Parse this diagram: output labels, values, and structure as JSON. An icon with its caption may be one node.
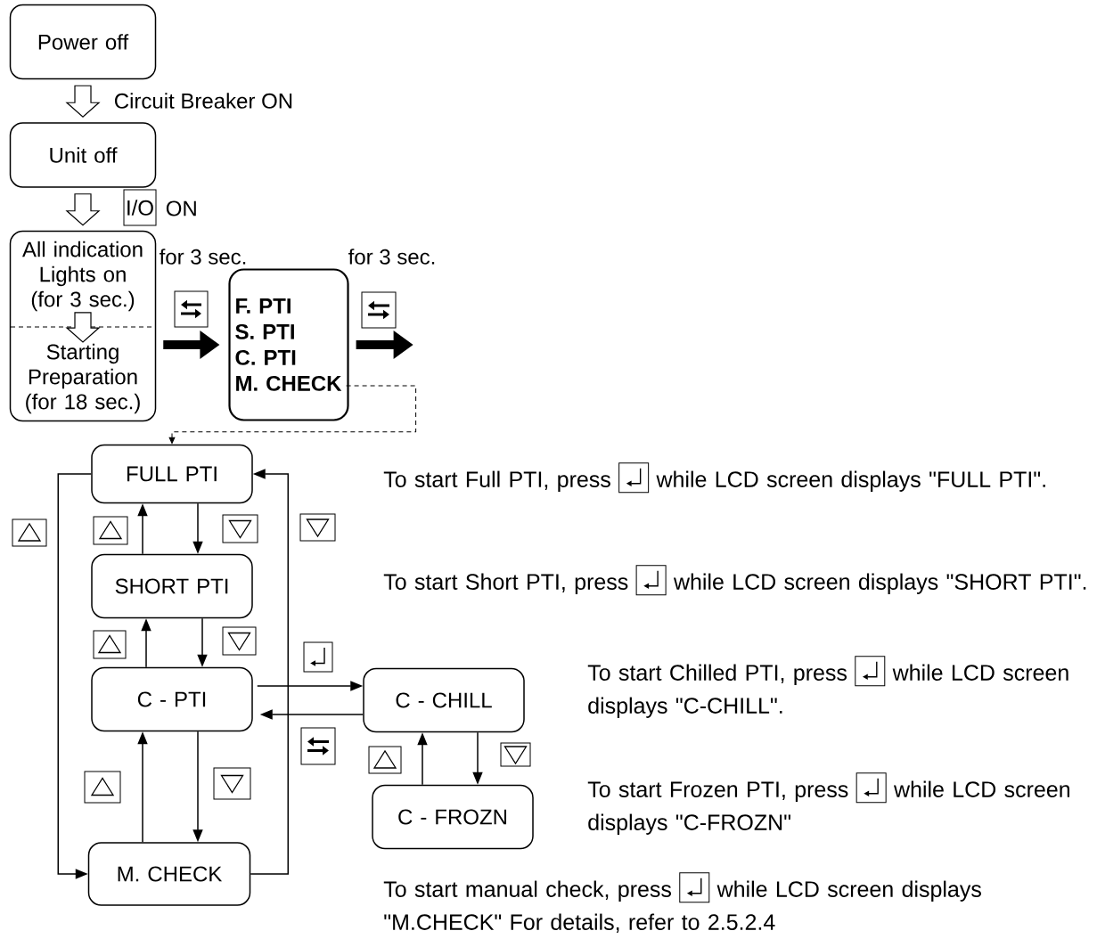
{
  "diagram": {
    "nodes": [
      {
        "text": [
          "Power off"
        ]
      },
      {
        "text": [
          "Unit off"
        ]
      },
      {
        "text": [],
        "shape": "box"
      },
      {
        "text": [
          "All indication Lights on (for 3 sec.)"
        ],
        "in": 2
      },
      {
        "text": [
          "Starting Preparation (for 18 sec.)"
        ],
        "in": 2
      },
      {
        "text": [
          "F. PTI",
          "S. PTI",
          "C. PTI",
          "M. CHECK"
        ]
      },
      {
        "text": [
          "FULL PTI"
        ]
      },
      {
        "text": [
          "SHORT PTI"
        ]
      },
      {
        "text": [
          "C - PTI"
        ]
      },
      {
        "text": [
          "M. CHECK"
        ]
      },
      {
        "text": [
          "C - CHILL"
        ]
      },
      {
        "text": [
          "C - FROZN"
        ]
      }
    ],
    "edges": [
      {
        "from": 0,
        "to": 1,
        "arrow": "to",
        "label": "Circuit Breaker ON"
      },
      {
        "from": 1,
        "to": 2,
        "arrow": "to"
      },
      {
        "from": 3,
        "to": 4,
        "arrow": "to"
      },
      {
        "from": 2,
        "to": 5,
        "arrow": "to",
        "style": "thick",
        "label": "for 3 sec."
      },
      {
        "from": 5,
        "to": null,
        "arrow": "to",
        "style": "thick",
        "label": "for 3 sec."
      },
      {
        "from": 5,
        "to": 6,
        "arrow": "to",
        "style": "dashed"
      },
      {
        "from": 6,
        "to": 7,
        "arrow": "to"
      },
      {
        "from": 7,
        "to": 6,
        "arrow": "to"
      },
      {
        "from": 7,
        "to": 8,
        "arrow": "to"
      },
      {
        "from": 8,
        "to": 7,
        "arrow": "to"
      },
      {
        "from": 8,
        "to": 9,
        "arrow": "to"
      },
      {
        "from": 9,
        "to": 8,
        "arrow": "to"
      },
      {
        "from": 6,
        "to": 9,
        "arrow": "to"
      },
      {
        "from": 9,
        "to": 6,
        "arrow": "to"
      },
      {
        "from": 8,
        "to": 10,
        "arrow": "to"
      },
      {
        "from": 10,
        "to": 8,
        "arrow": "to"
      },
      {
        "from": 10,
        "to": 11,
        "arrow": "to"
      },
      {
        "from": 11,
        "to": 10,
        "arrow": "to"
      }
    ],
    "labels": [
      "I/O",
      "ON",
      "To start Full PTI, press",
      "while LCD screen displays \"FULL PTI\".",
      "To start Short PTI, press",
      "while LCD screen displays \"SHORT PTI\".",
      "To start Chilled PTI, press",
      "while LCD screen displays \"C-CHILL\".",
      "To start Frozen PTI, press",
      "while LCD screen displays \"C-FROZN\"",
      "To start manual check, press",
      "while LCD screen displays \"M.CHECK\" For details, refer to 2.5.2.4"
    ]
  }
}
